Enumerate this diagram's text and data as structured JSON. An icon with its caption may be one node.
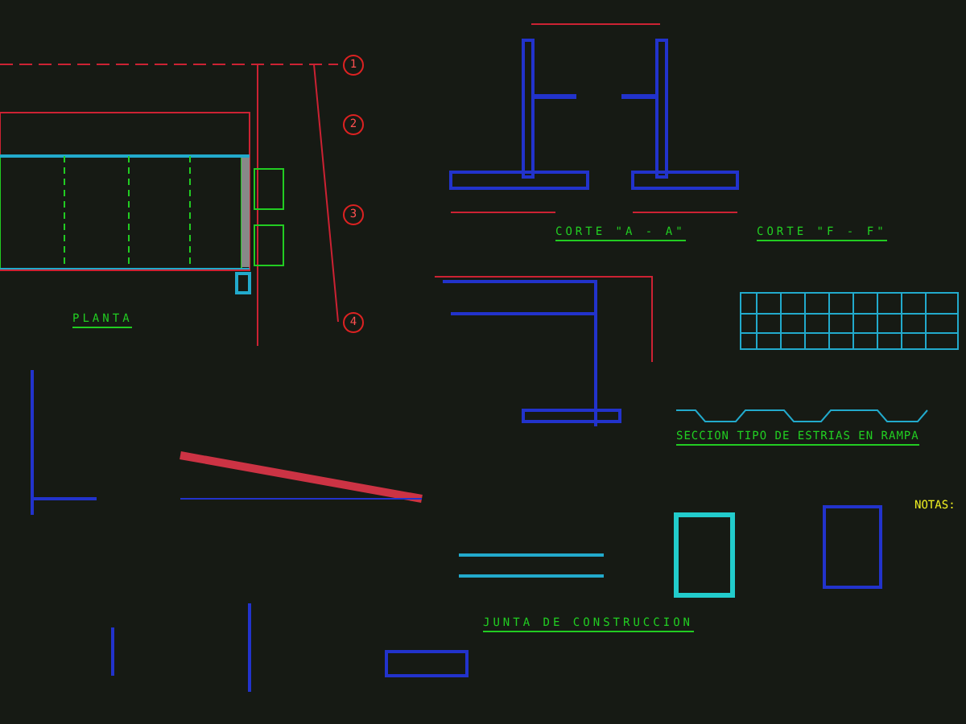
{
  "diagram": {
    "labels": [
      "1",
      "2",
      "3",
      "4",
      "PLANTA",
      "CORTE \"A - A\"",
      "CORTE \"F - F\"",
      "SECCION TIPO DE ESTRIAS EN RAMPA",
      "JUNTA DE CONSTRUCCION",
      "NOTAS:"
    ]
  }
}
